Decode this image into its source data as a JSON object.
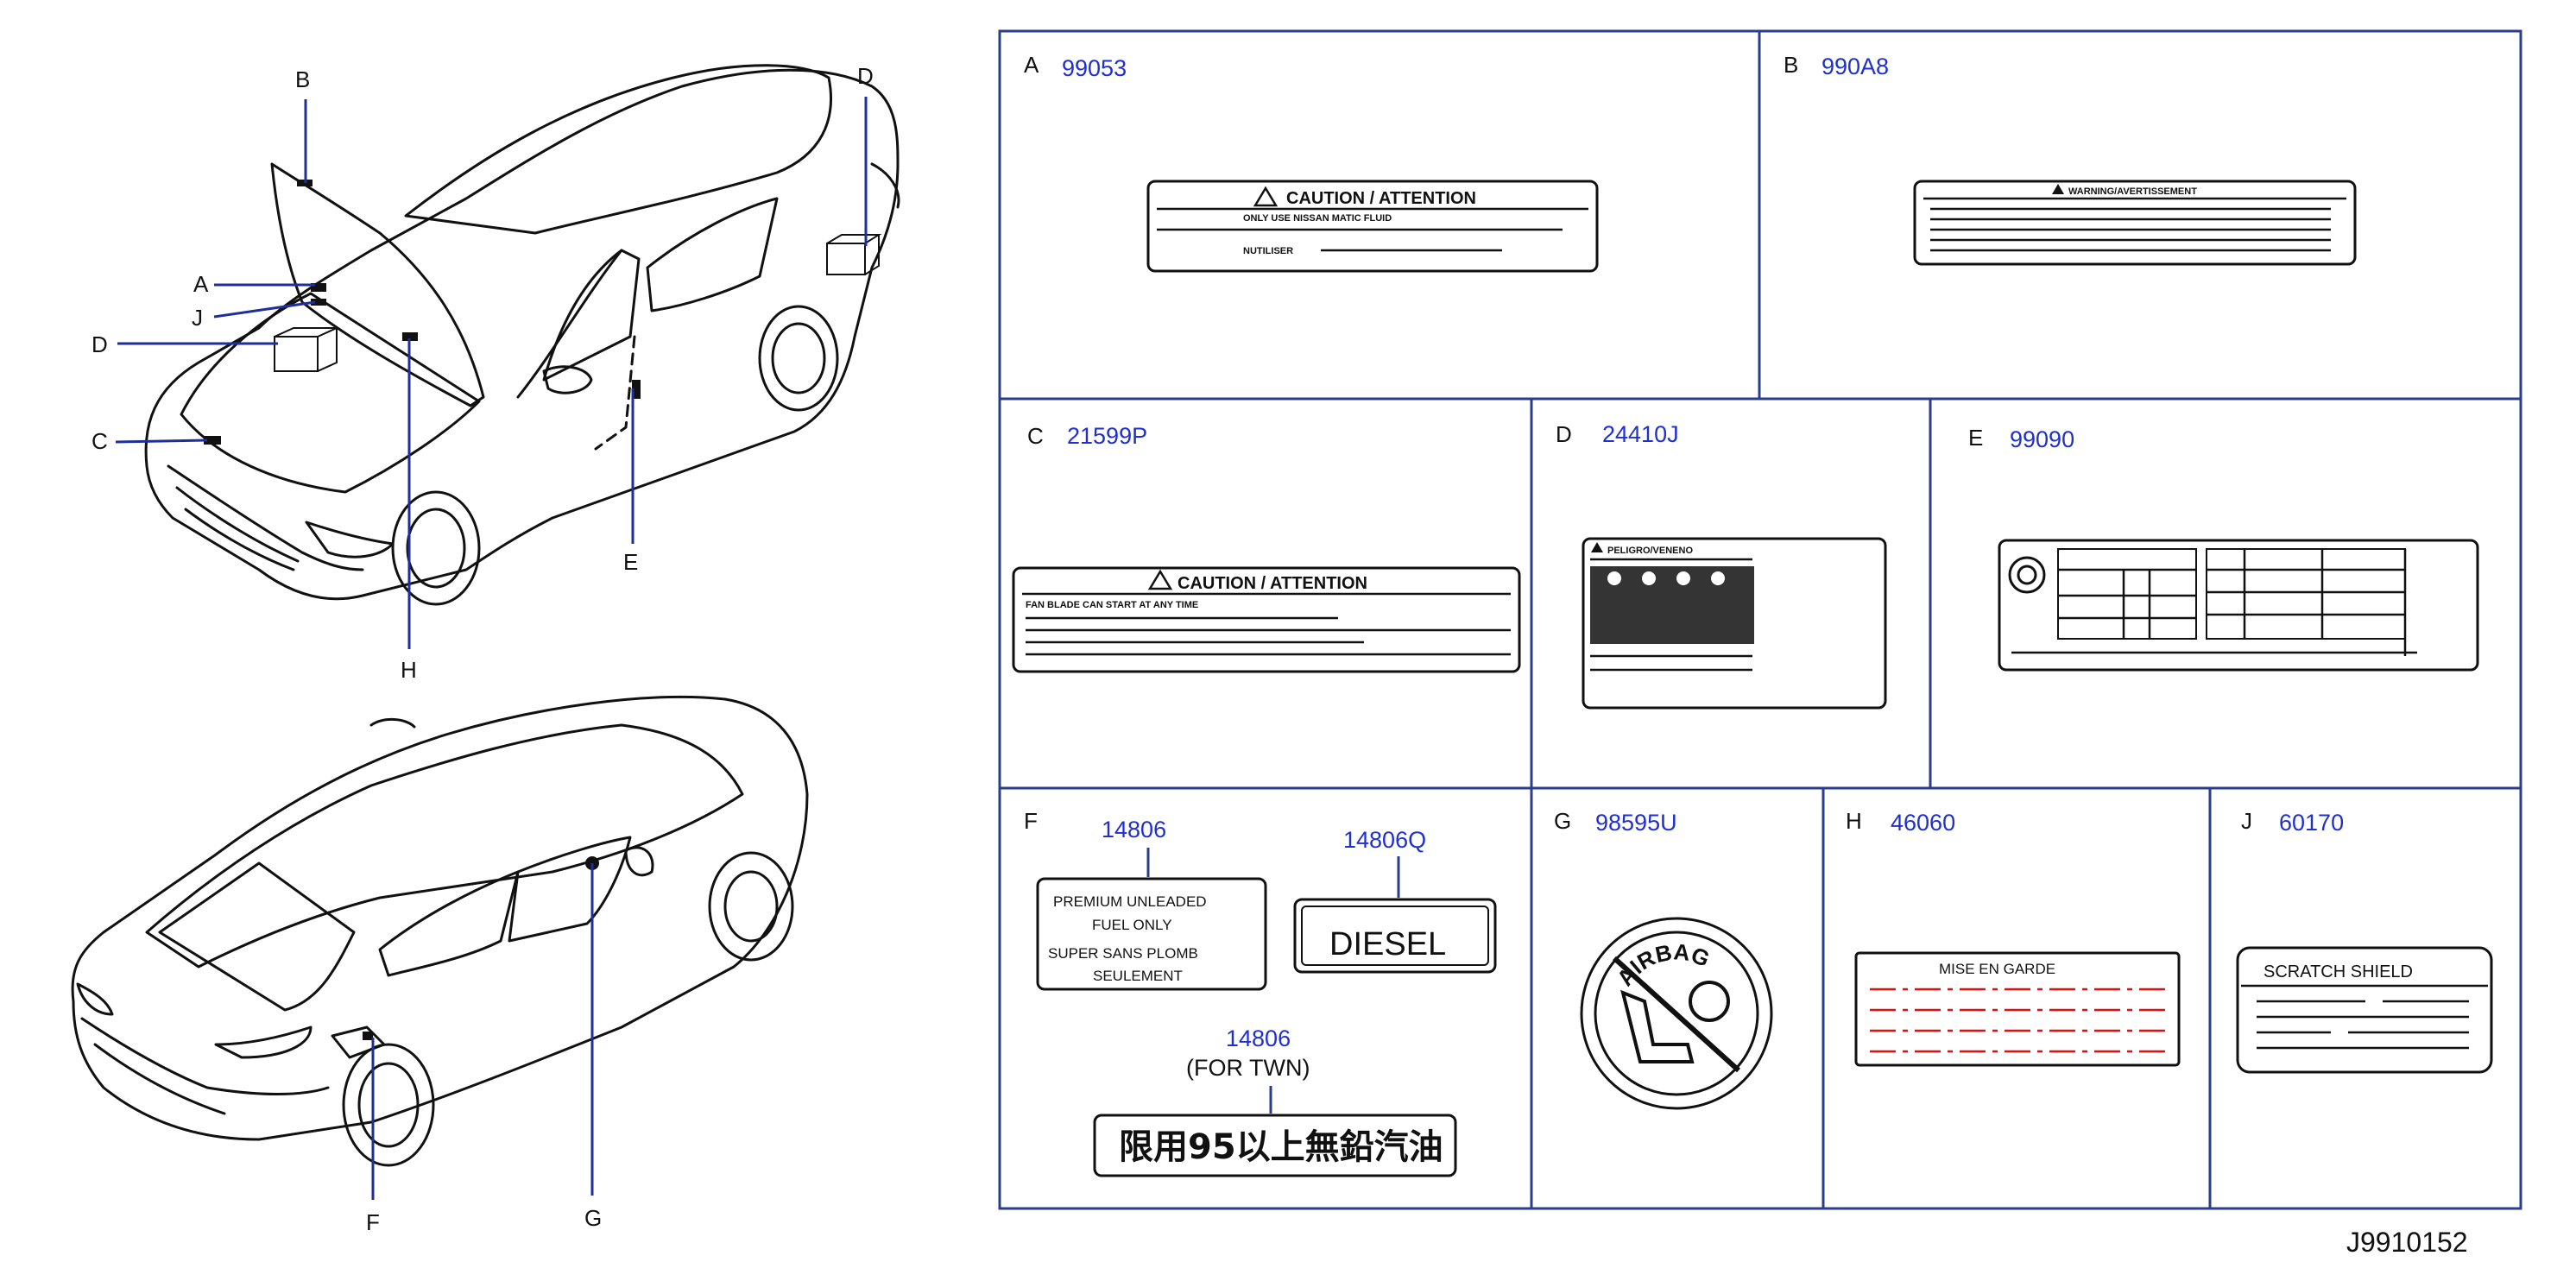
{
  "diagram_code": "J9910152",
  "callouts": {
    "A": "A",
    "B": "B",
    "C": "C",
    "D": "D",
    "E": "E",
    "F": "F",
    "G": "G",
    "H": "H",
    "J": "J"
  },
  "panels": {
    "A": {
      "letter": "A",
      "part": "99053",
      "title": "CAUTION / ATTENTION",
      "line1": "ONLY USE NISSAN MATIC FLUID",
      "line2": "NUTILISER"
    },
    "B": {
      "letter": "B",
      "part": "990A8",
      "title": "WARNING/AVERTISSEMENT"
    },
    "C": {
      "letter": "C",
      "part": "21599P",
      "title": "CAUTION / ATTENTION",
      "line1": "FAN BLADE CAN START AT ANY TIME"
    },
    "D": {
      "letter": "D",
      "part": "24410J",
      "title": "PELIGRO/VENENO"
    },
    "E": {
      "letter": "E",
      "part": "99090"
    },
    "F": {
      "letter": "F",
      "part_a": "14806",
      "part_b": "14806Q",
      "part_c": "14806",
      "note_c": "(FOR   TWN)",
      "fuel_l1": "PREMIUM    UNLEADED",
      "fuel_l2": "FUEL    ONLY",
      "fuel_l3": "SUPER    SANS    PLOMB",
      "fuel_l4": "SEULEMENT",
      "diesel": "DIESEL",
      "chinese": "限用95以上無鉛汽油"
    },
    "G": {
      "letter": "G",
      "part": "98595U",
      "ring_text": "AIRBAG"
    },
    "H": {
      "letter": "H",
      "part": "46060",
      "title": "MISE    EN    GARDE"
    },
    "J": {
      "letter": "J",
      "part": "60170",
      "title": "SCRATCH    SHIELD"
    }
  },
  "colors": {
    "part_number": "#1f2fd0",
    "grid": "#2a3e8c",
    "leader": "#1f2f9a",
    "hazard_lines": "#e01010"
  }
}
